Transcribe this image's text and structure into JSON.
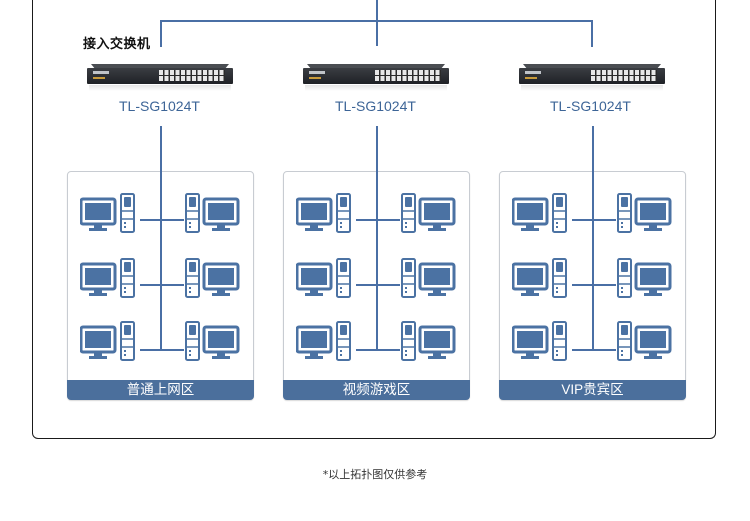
{
  "diagram": {
    "access_switch_label": "接入交换机",
    "switches": [
      {
        "model": "TL-SG1024T"
      },
      {
        "model": "TL-SG1024T"
      },
      {
        "model": "TL-SG1024T"
      }
    ],
    "zones": [
      {
        "name": "普通上网区",
        "pc_count": 6
      },
      {
        "name": "视频游戏区",
        "pc_count": 6
      },
      {
        "name": "VIP贵宾区",
        "pc_count": 6
      }
    ],
    "footnote": "*以上拓扑图仅供参考",
    "colors": {
      "link_line": "#4a6fa5",
      "zone_bar": "#4b6f9c",
      "model_text": "#3d6597",
      "pc_icon": "#4b72a3"
    }
  }
}
